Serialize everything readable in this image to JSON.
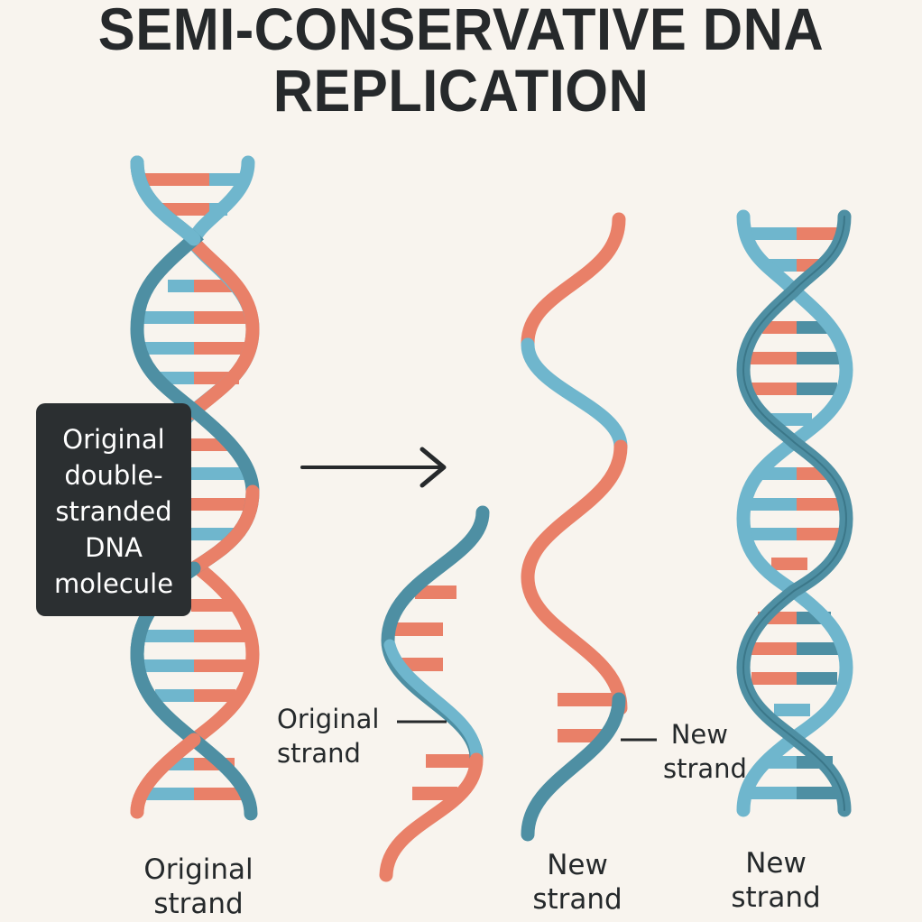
{
  "title": {
    "line1": "SEMI-CONSERVATIVE DNA",
    "line2": "REPLICATION"
  },
  "colors": {
    "background": "#f8f4ee",
    "original_strand_teal": "#4e8fa3",
    "light_blue": "#6fb6cd",
    "new_strand_orange": "#e98068",
    "label_box": "#2b2f31",
    "text": "#25292b"
  },
  "callout": {
    "lines": [
      "Original",
      "double-",
      "stranded",
      "DNA",
      "molecule"
    ]
  },
  "arrow": {
    "icon": "right-arrow-icon"
  },
  "inline_labels": {
    "original_strand": {
      "line1": "Original",
      "line2": "strand"
    },
    "new_strand": {
      "line1": "New",
      "line2": "strand"
    }
  },
  "captions": [
    {
      "line1": "Original",
      "line2": "strand"
    },
    {
      "line1": "New",
      "line2": "strand"
    },
    {
      "line1": "New",
      "line2": "strand"
    }
  ]
}
